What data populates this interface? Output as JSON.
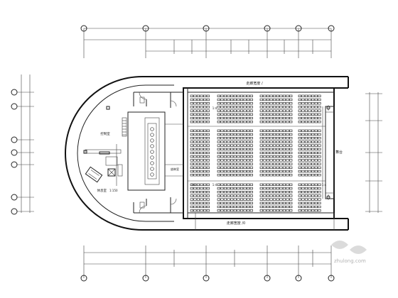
{
  "labels": {
    "top_corridor": "走廊宽度 /",
    "bottom_corridor": "走廊宽度 /0",
    "control_room": "控制室",
    "lounge": "休息室",
    "lounge_scale": "1:150",
    "projection_booth": "放映室",
    "stage": "舞台",
    "aisle_marks": [
      "1:4",
      "1:4",
      "1:4",
      "1:4"
    ]
  },
  "watermark": "zhulong.com"
}
